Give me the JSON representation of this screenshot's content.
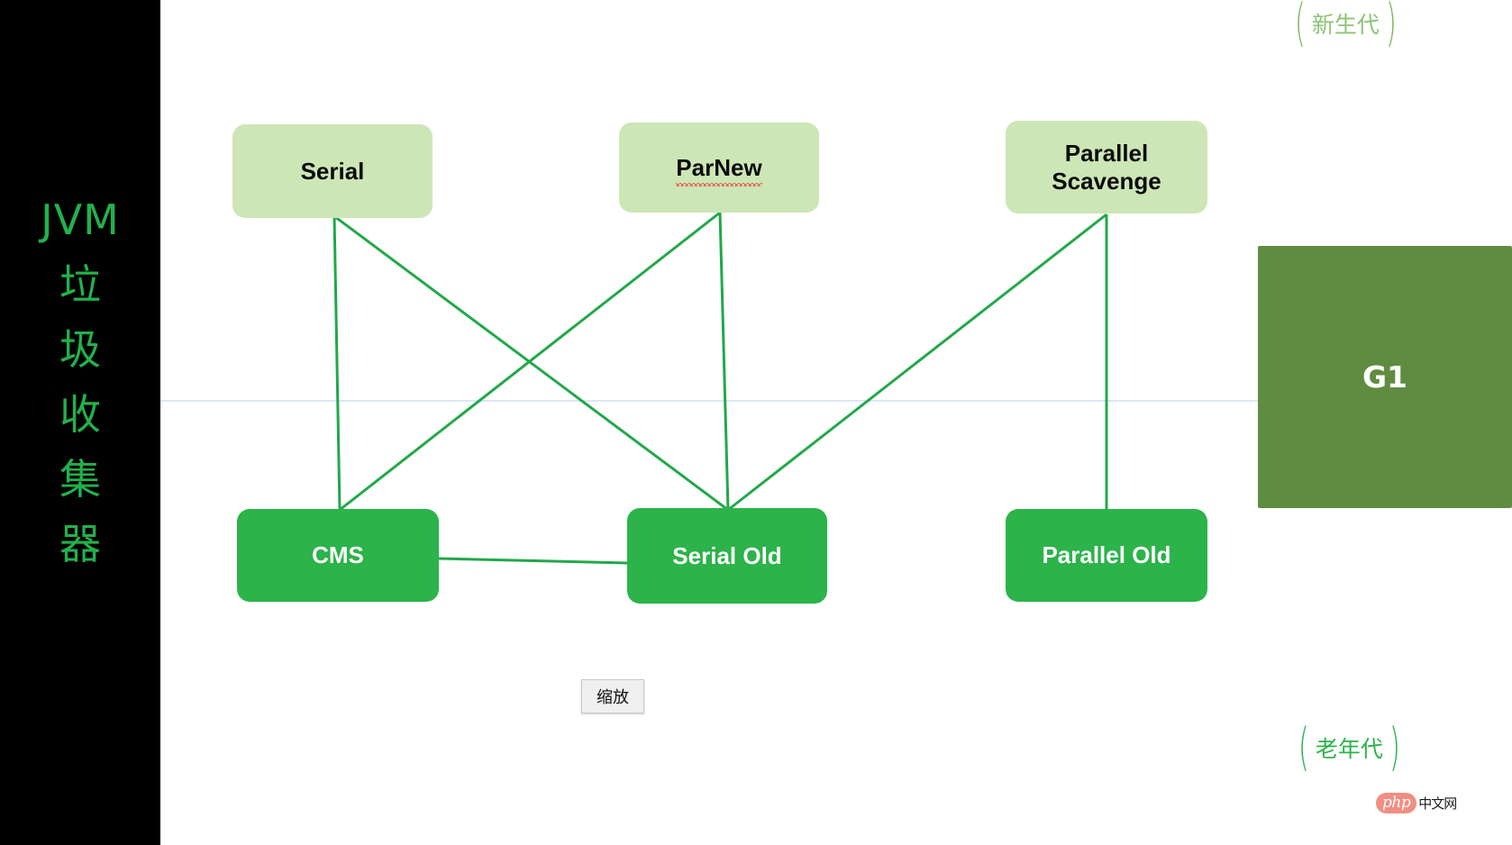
{
  "sidebar": {
    "acronym": "JVM",
    "title_chars": [
      "垃",
      "圾",
      "收",
      "集",
      "器"
    ],
    "full_title": "JVM垃圾收集器",
    "bg_color": "#000000",
    "text_color": "#22b14c"
  },
  "legend": {
    "young_generation": "新生代",
    "old_generation": "老年代"
  },
  "nodes": {
    "serial": {
      "label": "Serial",
      "generation": "young"
    },
    "parnew": {
      "label": "ParNew",
      "generation": "young",
      "spellcheck_underline": true
    },
    "parallel_scavenge": {
      "label_line1": "Parallel",
      "label_line2": "Scavenge",
      "generation": "young"
    },
    "cms": {
      "label": "CMS",
      "generation": "old"
    },
    "serial_old": {
      "label": "Serial Old",
      "generation": "old"
    },
    "parallel_old": {
      "label": "Parallel Old",
      "generation": "old"
    },
    "g1": {
      "label": "G1",
      "generation": "both"
    }
  },
  "connections": [
    {
      "from": "Serial",
      "to": "CMS"
    },
    {
      "from": "Serial",
      "to": "Serial Old"
    },
    {
      "from": "ParNew",
      "to": "CMS"
    },
    {
      "from": "ParNew",
      "to": "Serial Old"
    },
    {
      "from": "Parallel Scavenge",
      "to": "Serial Old"
    },
    {
      "from": "Parallel Scavenge",
      "to": "Parallel Old"
    },
    {
      "from": "CMS",
      "to": "Serial Old"
    }
  ],
  "controls": {
    "zoom_button": "缩放"
  },
  "watermark": {
    "brand": "php",
    "suffix": "中文网"
  },
  "colors": {
    "young_box": "#cde6b6",
    "old_box": "#2cb34a",
    "g1_box": "#5f8c41",
    "link_line": "#22a84a",
    "divider": "#dce6f5",
    "sidebar_text": "#22b14c"
  }
}
